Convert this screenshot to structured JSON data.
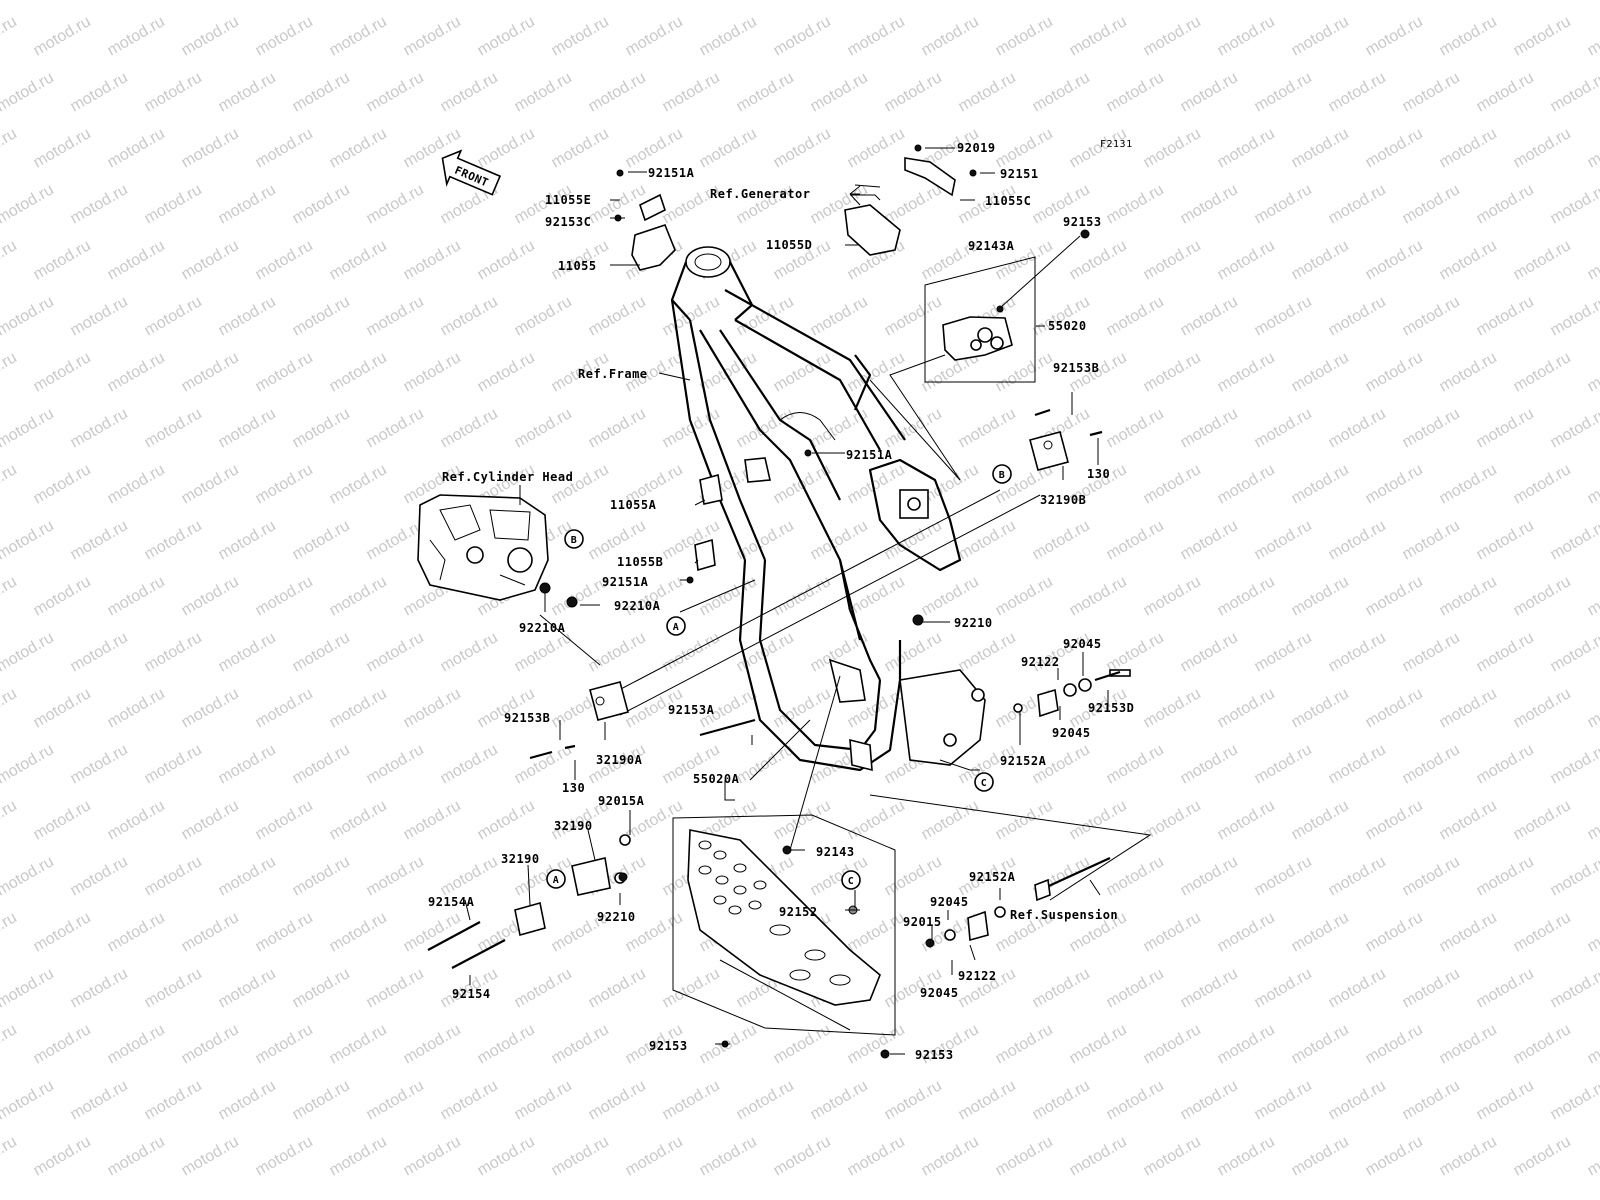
{
  "diagram": {
    "figure_code": "F2131",
    "front_arrow": "FRONT",
    "watermark": "motod.ru"
  },
  "labels": {
    "l_92019": "92019",
    "l_92151": "92151",
    "l_11055C": "11055C",
    "l_ref_generator": "Ref.Generator",
    "l_11055D": "11055D",
    "l_92153_top": "92153",
    "l_92143A": "92143A",
    "l_55020": "55020",
    "l_92153B_r": "92153B",
    "l_130_r": "130",
    "l_32190B": "32190B",
    "l_92151A_top": "92151A",
    "l_11055E": "11055E",
    "l_92153C": "92153C",
    "l_11055": "11055",
    "l_ref_frame": "Ref.Frame",
    "l_92151A_mid": "92151A",
    "l_ref_cyl_head": "Ref.Cylinder Head",
    "l_11055A": "11055A",
    "l_11055B": "11055B",
    "l_92151A_low": "92151A",
    "l_92210A_r": "92210A",
    "l_92210A_b": "92210A",
    "l_92210": "92210",
    "l_92045_t": "92045",
    "l_92122_t": "92122",
    "l_92153D": "92153D",
    "l_92045_m": "92045",
    "l_92152A_r": "92152A",
    "l_92153B_l": "92153B",
    "l_92153A": "92153A",
    "l_32190A": "32190A",
    "l_130_l": "130",
    "l_55020A": "55020A",
    "l_92015A": "92015A",
    "l_32190_a": "32190",
    "l_32190_b": "32190",
    "l_92210_low": "92210",
    "l_92154A": "92154A",
    "l_92154": "92154",
    "l_92143": "92143",
    "l_92152": "92152",
    "l_92153_bl": "92153",
    "l_92153_br": "92153",
    "l_92152A_low": "92152A",
    "l_92045_low1": "92045",
    "l_92015": "92015",
    "l_92122_low": "92122",
    "l_92045_low2": "92045",
    "l_ref_suspension": "Ref.Suspension"
  },
  "callouts": {
    "A": "A",
    "B": "B",
    "C": "C"
  }
}
